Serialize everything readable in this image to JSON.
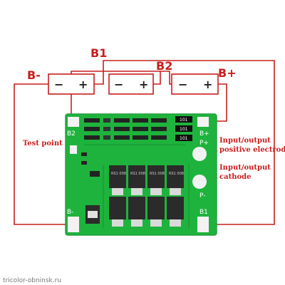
{
  "labels": {
    "b_minus": "B-",
    "b1": "B1",
    "b2": "B2",
    "b_plus": "B+",
    "test_point": "Test point",
    "io_pos_line1": "Input/output",
    "io_pos_line2": "positive electrode",
    "io_neg_line1": "Input/output",
    "io_neg_line2": "cathode"
  },
  "battery_signs": {
    "minus": "−",
    "plus": "+"
  },
  "pcb_labels": {
    "b2": "B2",
    "b_plus": "B+",
    "p_plus": "P+",
    "p_minus": "P-",
    "b_minus": "B-",
    "b1": "B1"
  },
  "resistor_code": "101",
  "chip_markings": [
    "RS1 008",
    "RS1 008",
    "RS1 008",
    "RS1 008"
  ],
  "credit": "tricolor-obninsk.ru",
  "colors": {
    "wire": "#c81e1e",
    "pcb": "#1eb33c",
    "pcb_dark": "#17922f",
    "pad": "#f2f2f2",
    "chip": "#2b2b2b",
    "label": "#c81e1e"
  }
}
